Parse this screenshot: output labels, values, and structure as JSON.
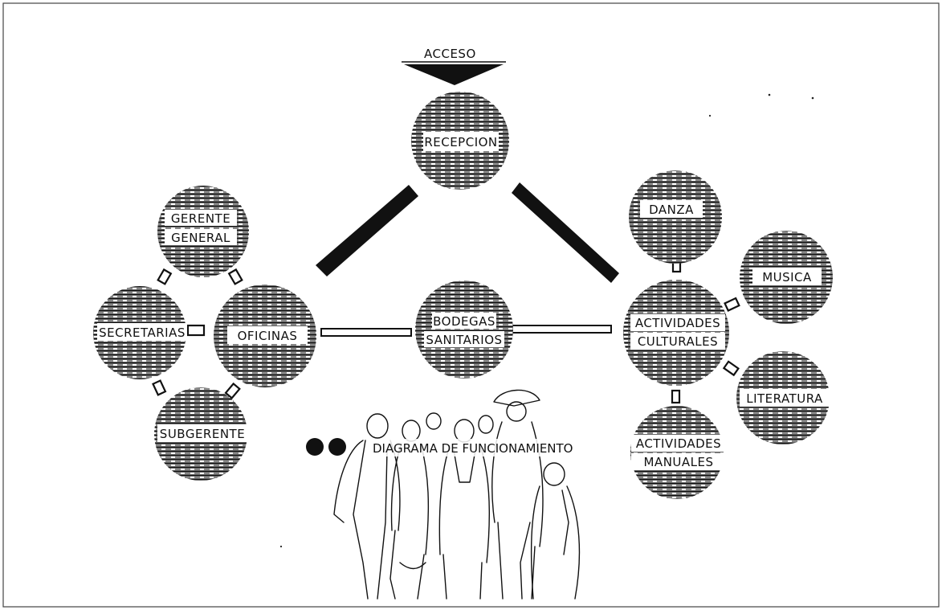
{
  "diagram": {
    "access_label": "ACCESO",
    "title": "DIAGRAMA DE FUNCIONAMIENTO",
    "nodes": {
      "recepcion": "RECEPCION",
      "gerente_line1": "GERENTE",
      "gerente_line2": "GENERAL",
      "secretarias": "SECRETARIAS",
      "oficinas": "OFICINAS",
      "subgerente": "SUBGERENTE",
      "bodegas_line1": "BODEGAS",
      "bodegas_line2": "SANITARIOS",
      "danza": "DANZA",
      "musica": "MUSICA",
      "act_cult_line1": "ACTIVIDADES",
      "act_cult_line2": "CULTURALES",
      "literatura": "LITERATURA",
      "act_man_line1": "ACTIVIDADES",
      "act_man_line2": "MANUALES"
    },
    "colors": {
      "ink": "#111111",
      "paper": "#ffffff",
      "frame": "#333333"
    }
  }
}
